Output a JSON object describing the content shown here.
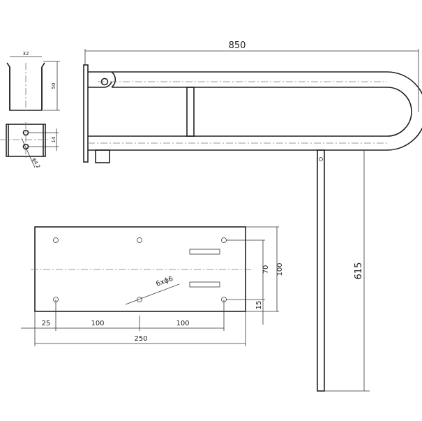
{
  "drawing": {
    "main_view": {
      "length_label": "850",
      "leg_height_label": "615"
    },
    "bracket_top": {
      "width_label": "32",
      "height_label": "50"
    },
    "bracket_bottom": {
      "hole_spacing_label": "14",
      "hole_diameter_label": "ϕ4,2"
    },
    "base_plate": {
      "hole_note": "6xϕ6",
      "hole_vertical_spacing_label": "70",
      "plate_height_label": "100",
      "hole_edge_offset_label": "15",
      "edge_to_hole_label": "25",
      "hole_spacing_1_label": "100",
      "hole_spacing_2_label": "100",
      "plate_width_label": "250"
    }
  }
}
